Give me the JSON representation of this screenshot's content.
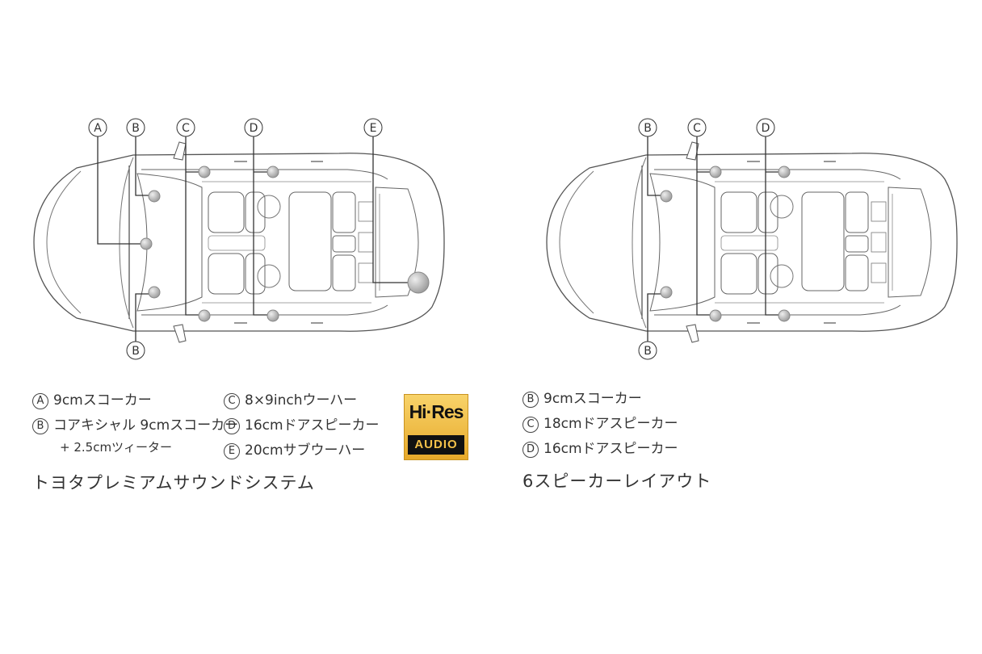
{
  "left": {
    "markers": {
      "a": "A",
      "b_top": "B",
      "c": "C",
      "d": "D",
      "e": "E",
      "b_bottom": "B"
    },
    "legend_col1": [
      {
        "letter": "A",
        "text": "9cmスコーカー"
      },
      {
        "letter": "B",
        "text": "コアキシャル 9cmスコーカー"
      },
      {
        "letter": "",
        "text": "+ 2.5cmツィーター"
      }
    ],
    "legend_col2": [
      {
        "letter": "C",
        "text": "8×9inchウーハー"
      },
      {
        "letter": "D",
        "text": "16cmドアスピーカー"
      },
      {
        "letter": "E",
        "text": "20cmサブウーハー"
      }
    ],
    "caption": "トヨタプレミアムサウンドシステム",
    "logo": {
      "top": "Hi·Res",
      "bottom": "AUDIO"
    }
  },
  "right": {
    "markers": {
      "b_top": "B",
      "c": "C",
      "d": "D",
      "b_bottom": "B"
    },
    "legend": [
      {
        "letter": "B",
        "text": "9cmスコーカー"
      },
      {
        "letter": "C",
        "text": "18cmドアスピーカー"
      },
      {
        "letter": "D",
        "text": "16cmドアスピーカー"
      }
    ],
    "caption": "6スピーカーレイアウト"
  },
  "colors": {
    "line": "#333333",
    "speaker": "#b8b8b8",
    "logo_gold": "#f0bf45"
  }
}
